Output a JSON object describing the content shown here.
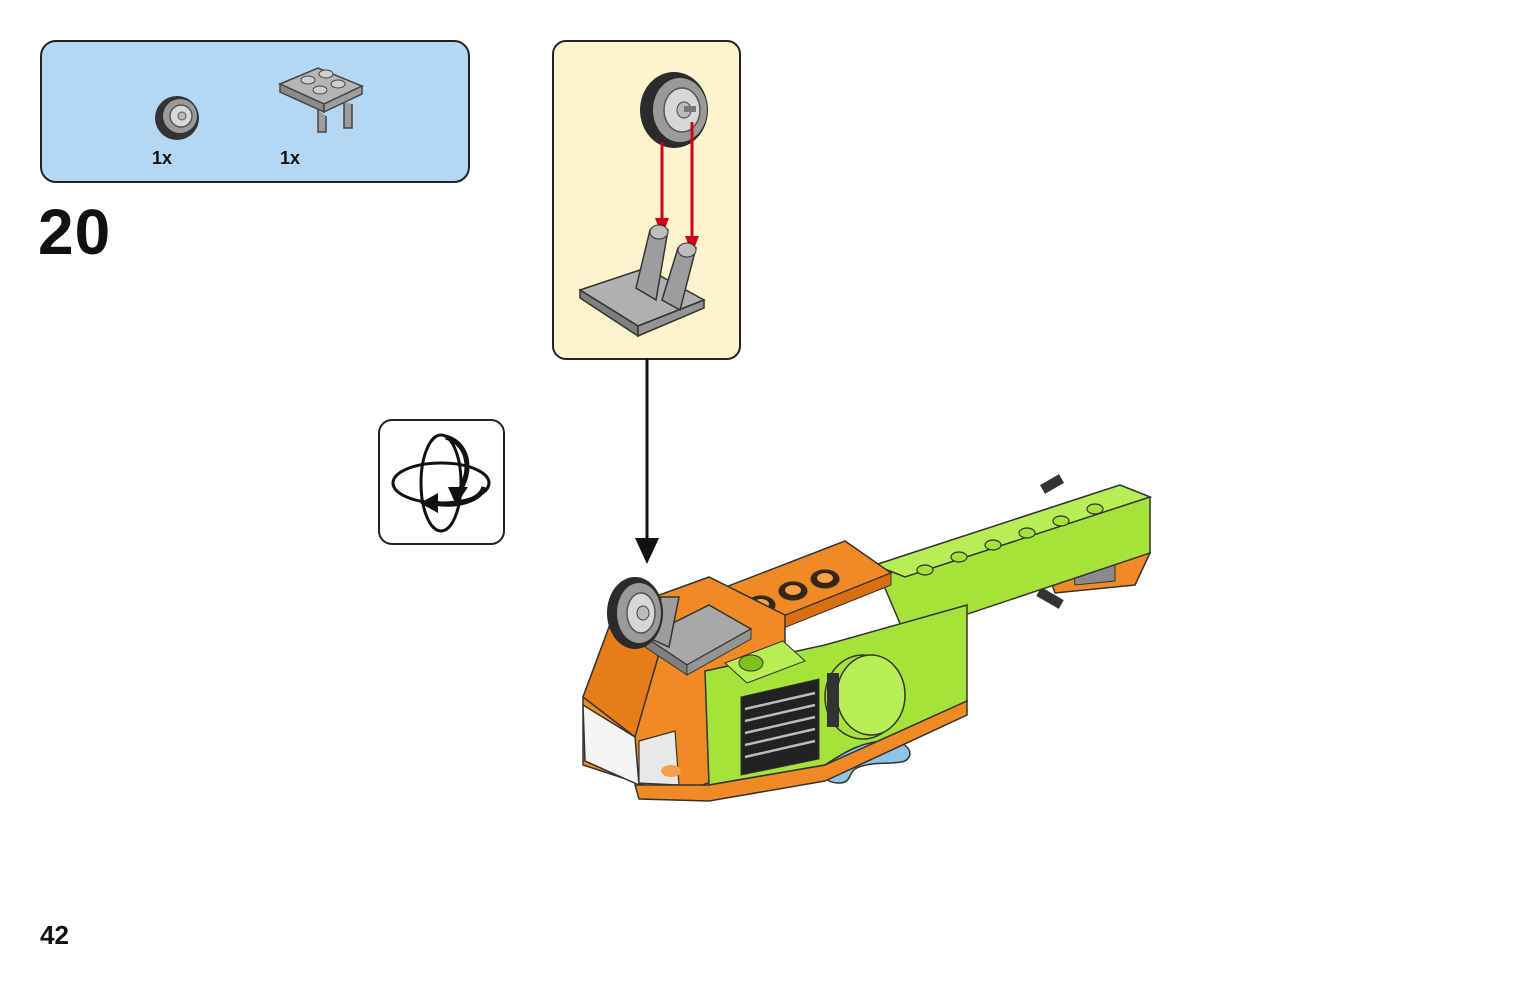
{
  "parts_list": {
    "items": [
      {
        "icon": "wheel-icon",
        "quantity": "1x"
      },
      {
        "icon": "plate-with-clips-icon",
        "quantity": "1x"
      }
    ]
  },
  "step": {
    "number": "20"
  },
  "page": {
    "number": "42"
  },
  "callout": {
    "icon": "rotate-model-icon",
    "colors": {
      "parts_background": "#b4d8f4",
      "submodel_background": "#fdf4cd",
      "arrow": "#d0021b"
    }
  }
}
